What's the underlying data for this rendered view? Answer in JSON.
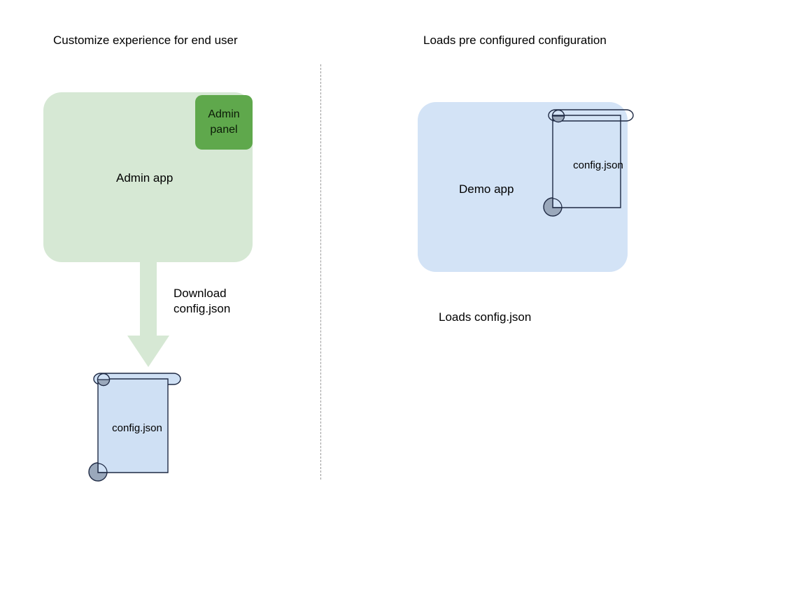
{
  "diagram": {
    "columns": [
      {
        "title": "Customize experience for end user"
      },
      {
        "title": "Loads pre configured configuration"
      }
    ],
    "left": {
      "app": {
        "label": "Admin app",
        "fill": "#d6e8d4"
      },
      "panel": {
        "label": "Admin\npanel",
        "fill": "#5fa84c"
      },
      "arrow": {
        "label": "Download\nconfig.json",
        "fill": "#d6e8d4"
      },
      "document": {
        "label": "config.json",
        "fill": "#d3e3f6",
        "stroke": "#1f2a44"
      }
    },
    "right": {
      "app": {
        "label": "Demo app",
        "fill": "#d3e3f6"
      },
      "document": {
        "label": "config.json",
        "fill": "transparent",
        "stroke": "#1f2a44"
      },
      "caption": "Loads config.json"
    },
    "divider": {
      "style": "dashed",
      "color": "#9a9a9a"
    }
  }
}
